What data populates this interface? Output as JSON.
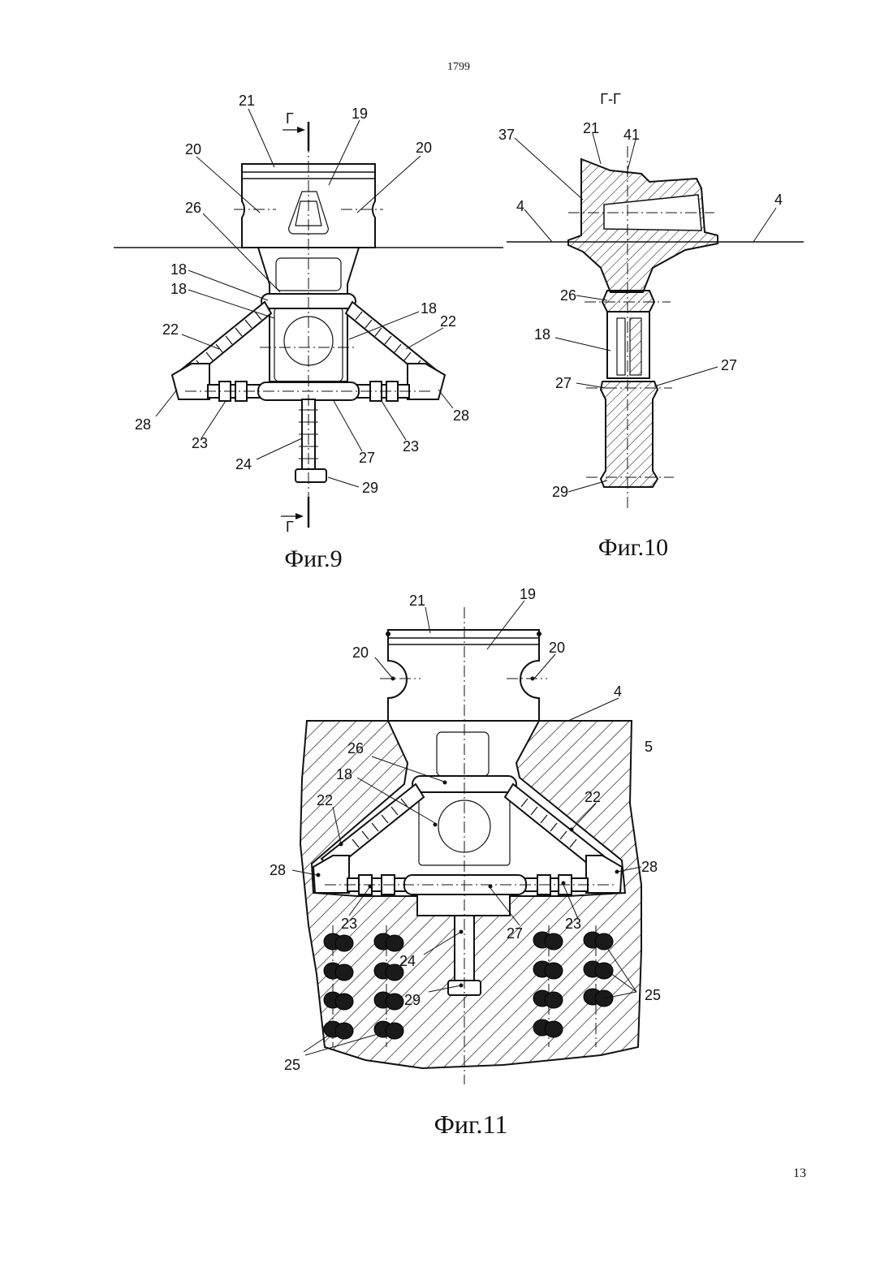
{
  "page": {
    "doc_number": "1799",
    "page_number": "13"
  },
  "fig9": {
    "caption": "Фиг.9",
    "section_marker": "Г",
    "labels": {
      "l21": "21",
      "l19": "19",
      "l20a": "20",
      "l20b": "20",
      "l26": "26",
      "l18a": "18",
      "l18b": "18",
      "l18c": "18",
      "l22a": "22",
      "l22b": "22",
      "l28a": "28",
      "l28b": "28",
      "l23a": "23",
      "l23b": "23",
      "l24": "24",
      "l27": "27",
      "l29": "29"
    }
  },
  "fig10": {
    "caption": "Фиг.10",
    "section_title": "Г-Г",
    "labels": {
      "l37": "37",
      "l21": "21",
      "l41": "41",
      "l4a": "4",
      "l4b": "4",
      "l26": "26",
      "l18": "18",
      "l27a": "27",
      "l27b": "27",
      "l29": "29"
    }
  },
  "fig11": {
    "caption": "Фиг.11",
    "labels": {
      "l21": "21",
      "l19": "19",
      "l20a": "20",
      "l20b": "20",
      "l4": "4",
      "l5": "5",
      "l26": "26",
      "l18": "18",
      "l22a": "22",
      "l22b": "22",
      "l28a": "28",
      "l28b": "28",
      "l23a": "23",
      "l23b": "23",
      "l27": "27",
      "l24": "24",
      "l29": "29",
      "l25a": "25",
      "l25b": "25"
    }
  }
}
